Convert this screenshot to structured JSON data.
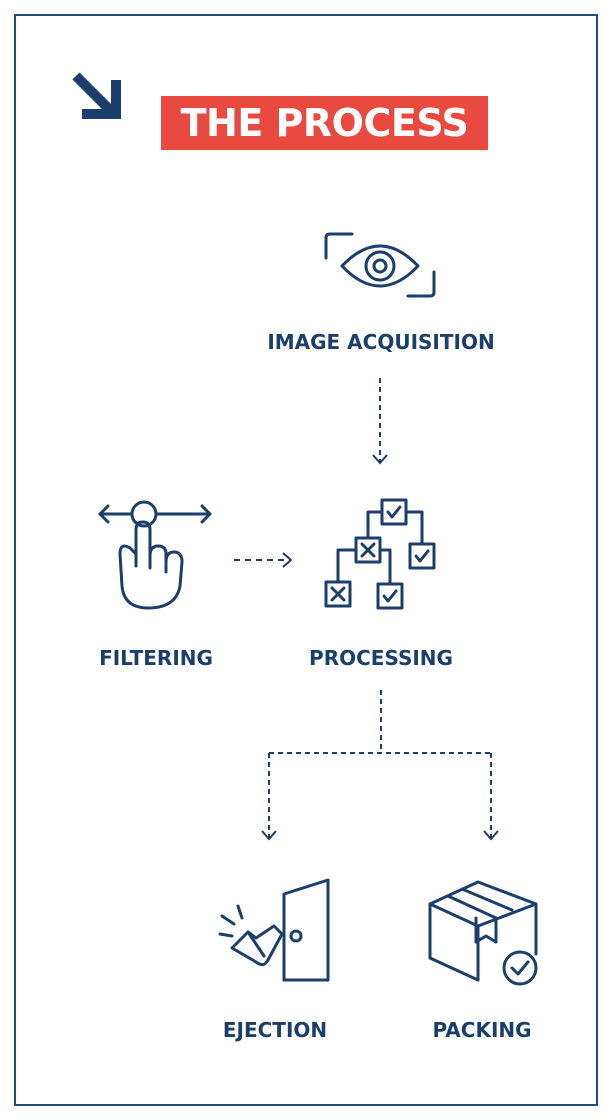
{
  "title": "THE PROCESS",
  "colors": {
    "navy": "#1c3e6b",
    "accent": "#e84a3f",
    "border": "#1f4e78"
  },
  "steps": [
    {
      "label": "IMAGE ACQUISITION",
      "icon": "eye-icon"
    },
    {
      "label": "FILTERING",
      "icon": "swipe-hand-icon"
    },
    {
      "label": "PROCESSING",
      "icon": "decision-tree-icon"
    },
    {
      "label": "EJECTION",
      "icon": "door-kick-icon"
    },
    {
      "label": "PACKING",
      "icon": "box-check-icon"
    }
  ]
}
